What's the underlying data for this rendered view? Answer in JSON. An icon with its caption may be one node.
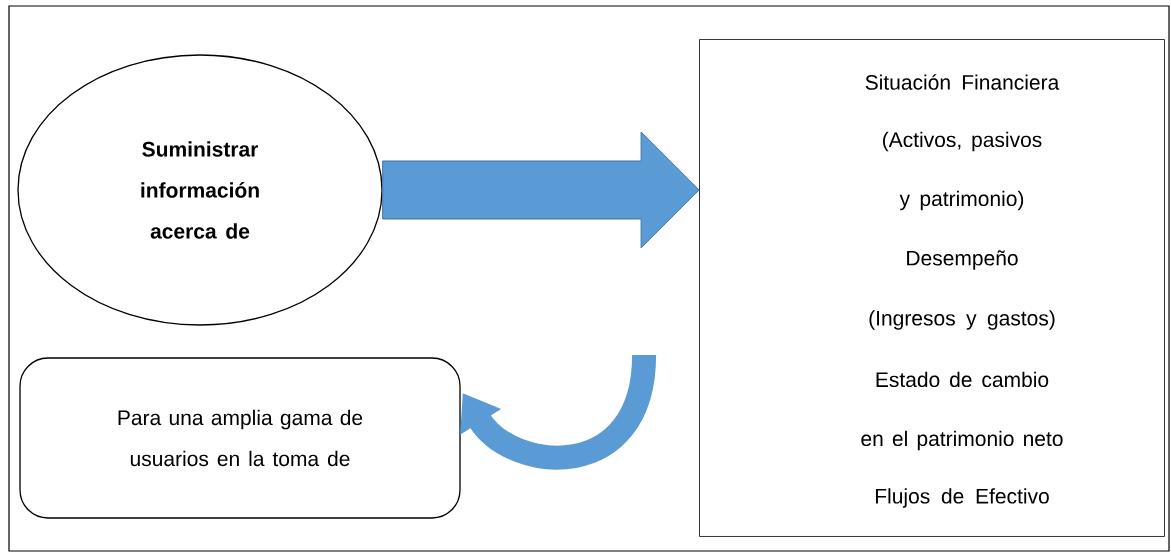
{
  "diagram": {
    "nodes": [
      {
        "text": [
          "Suministrar información acerca de"
        ]
      },
      {
        "text": [
          "Situación Financiera",
          "(Activos, pasivos y patrimonio)",
          "Desempeño",
          "(Ingresos y gastos)",
          "Estado de cambio en el patrimonio neto",
          "Flujos de Efectivo"
        ]
      },
      {
        "text": [
          "Para una amplia gama de usuarios en la toma de"
        ]
      }
    ],
    "edges": [
      {
        "from": 0,
        "to": 1,
        "arrow": "to",
        "style": "thick"
      },
      {
        "from": 1,
        "to": 2,
        "arrow": "to"
      }
    ]
  }
}
